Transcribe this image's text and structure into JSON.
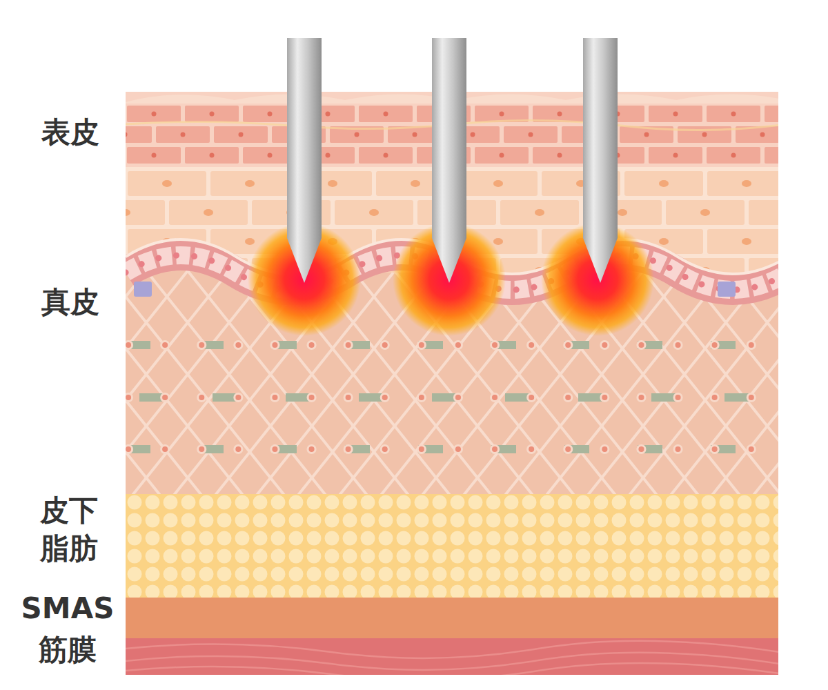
{
  "diagram": {
    "labels": [
      "表皮",
      "真皮",
      "皮下 脂肪",
      "SMAS 筋膜"
    ]
  }
}
